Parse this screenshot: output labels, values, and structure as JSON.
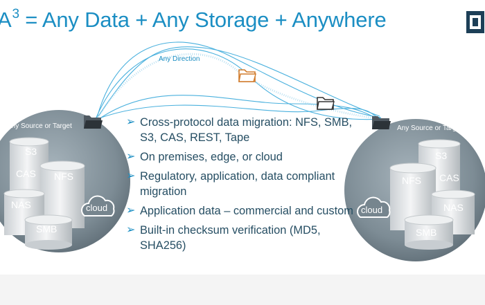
{
  "title": {
    "text": "A",
    "sup": "3",
    "rest": " = Any Data + Any Storage + Anywhere"
  },
  "path_label": "Any Direction",
  "left_circle": {
    "label": "Any Source or Target",
    "items": [
      "S3",
      "CAS",
      "NFS",
      "NAS",
      "SMB",
      "cloud"
    ]
  },
  "right_circle": {
    "label": "Any Source or Target",
    "items": [
      "S3",
      "CAS",
      "NFS",
      "NAS",
      "SMB",
      "cloud"
    ]
  },
  "bullets": [
    "Cross-protocol data migration: NFS, SMB, S3, CAS, REST, Tape",
    "On premises, edge, or cloud",
    "Regulatory, application, data compliant migration",
    "Application data – commercial and custom",
    "Built-in checksum verification (MD5, SHA256)"
  ],
  "bullet_marker": "➢",
  "colors": {
    "title": "#1b8ec3",
    "bullet_text": "#264e63",
    "circle": "#6f7f89",
    "folder_accent": "#d07a2a"
  }
}
